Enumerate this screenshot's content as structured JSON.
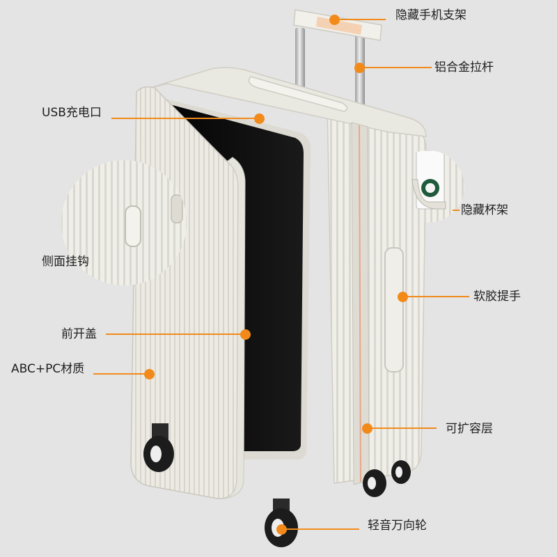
{
  "colors": {
    "background": "#e4e4e4",
    "accent": "#f28a1a",
    "shell": "#ecebe4",
    "shell_shadow": "#cfcdc4",
    "interior": "#0d0d0d",
    "wheel": "#1f1f1f",
    "metal": "#c9c9c9"
  },
  "callouts": [
    {
      "id": "hidden-phone-stand",
      "text": "隐藏手机支架"
    },
    {
      "id": "aluminum-trolley",
      "text": "铝合金拉杆"
    },
    {
      "id": "usb-port",
      "text": "USB充电口"
    },
    {
      "id": "hidden-cup-holder",
      "text": "隐藏杯架"
    },
    {
      "id": "side-hook",
      "text": "侧面挂钩"
    },
    {
      "id": "soft-handle",
      "text": "软胶提手"
    },
    {
      "id": "front-lid",
      "text": "前开盖"
    },
    {
      "id": "material",
      "text": "ABC+PC材质"
    },
    {
      "id": "expandable-layer",
      "text": "可扩容层"
    },
    {
      "id": "spinner-wheels",
      "text": "轻音万向轮"
    }
  ]
}
